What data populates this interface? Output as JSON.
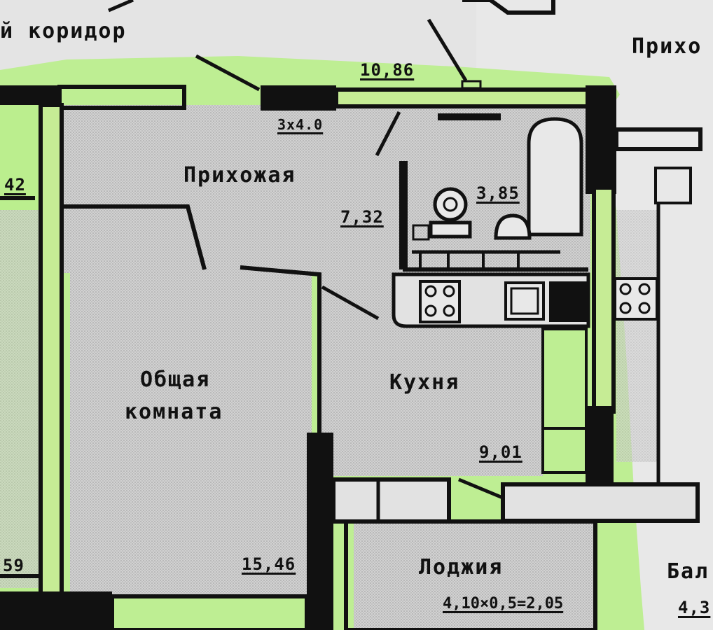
{
  "colors": {
    "highlight": "#b9ee8a",
    "wall": "#111111",
    "floor": "#cfcfcf",
    "paper": "#e4e4e4"
  },
  "labels": {
    "corridor": "й коридор",
    "hallway_right": "Прихо",
    "wall_length": "10,86",
    "dimension_small": "3x4.0",
    "hallway": "Прихожая",
    "hallway_area": "7,32",
    "bathroom_area": "3,85",
    "living_room_line1": "Общая",
    "living_room_line2": "комната",
    "living_room_area": "15,46",
    "kitchen": "Кухня",
    "kitchen_area": "9,01",
    "loggia": "Лоджия",
    "loggia_area": "4,10×0,5=2,05",
    "balcony": "Бал",
    "balcony_area": "4,3",
    "left_area_top": "42",
    "left_area_bottom": "59"
  },
  "icons": [
    "toilet-icon",
    "bathtub-icon",
    "sink-icon",
    "stove-icon",
    "kitchen-sink-icon"
  ]
}
